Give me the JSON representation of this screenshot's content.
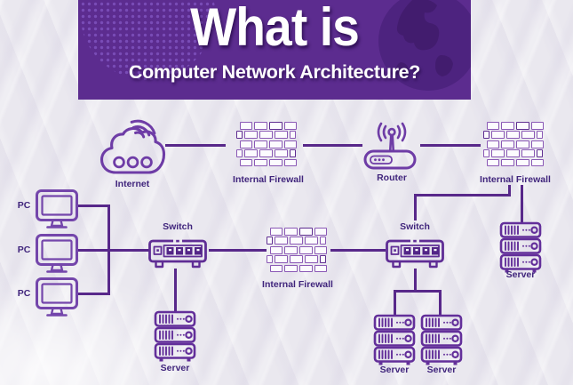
{
  "title": {
    "line1": "What is",
    "line2": "Computer Network Architecture?"
  },
  "colors": {
    "banner_purple": "#5c2c8f",
    "globe_purple": "#49207a",
    "line_purple": "#58288a",
    "icon_purple": "#6e3ca6",
    "label_purple": "#40257c",
    "brick_border": "#8a58b5",
    "background_paper": "#eae8ef",
    "title_text": "#ffffff"
  },
  "nodes": {
    "internet": {
      "label": "Internet"
    },
    "firewall_top_left": {
      "label": "Internal Firewall"
    },
    "router": {
      "label": "Router"
    },
    "firewall_top_right": {
      "label": "Internal Firewall"
    },
    "firewall_middle": {
      "label": "Internal Firewall"
    },
    "switch_left": {
      "label": "Switch"
    },
    "switch_right": {
      "label": "Switch"
    },
    "pc1": {
      "label": "PC"
    },
    "pc2": {
      "label": "PC"
    },
    "pc3": {
      "label": "PC"
    },
    "server_top_right": {
      "label": "Server"
    },
    "server_bottom_left": {
      "label": "Server"
    },
    "server_bottom_mid_1": {
      "label": "Server"
    },
    "server_bottom_mid_2": {
      "label": "Server"
    }
  }
}
